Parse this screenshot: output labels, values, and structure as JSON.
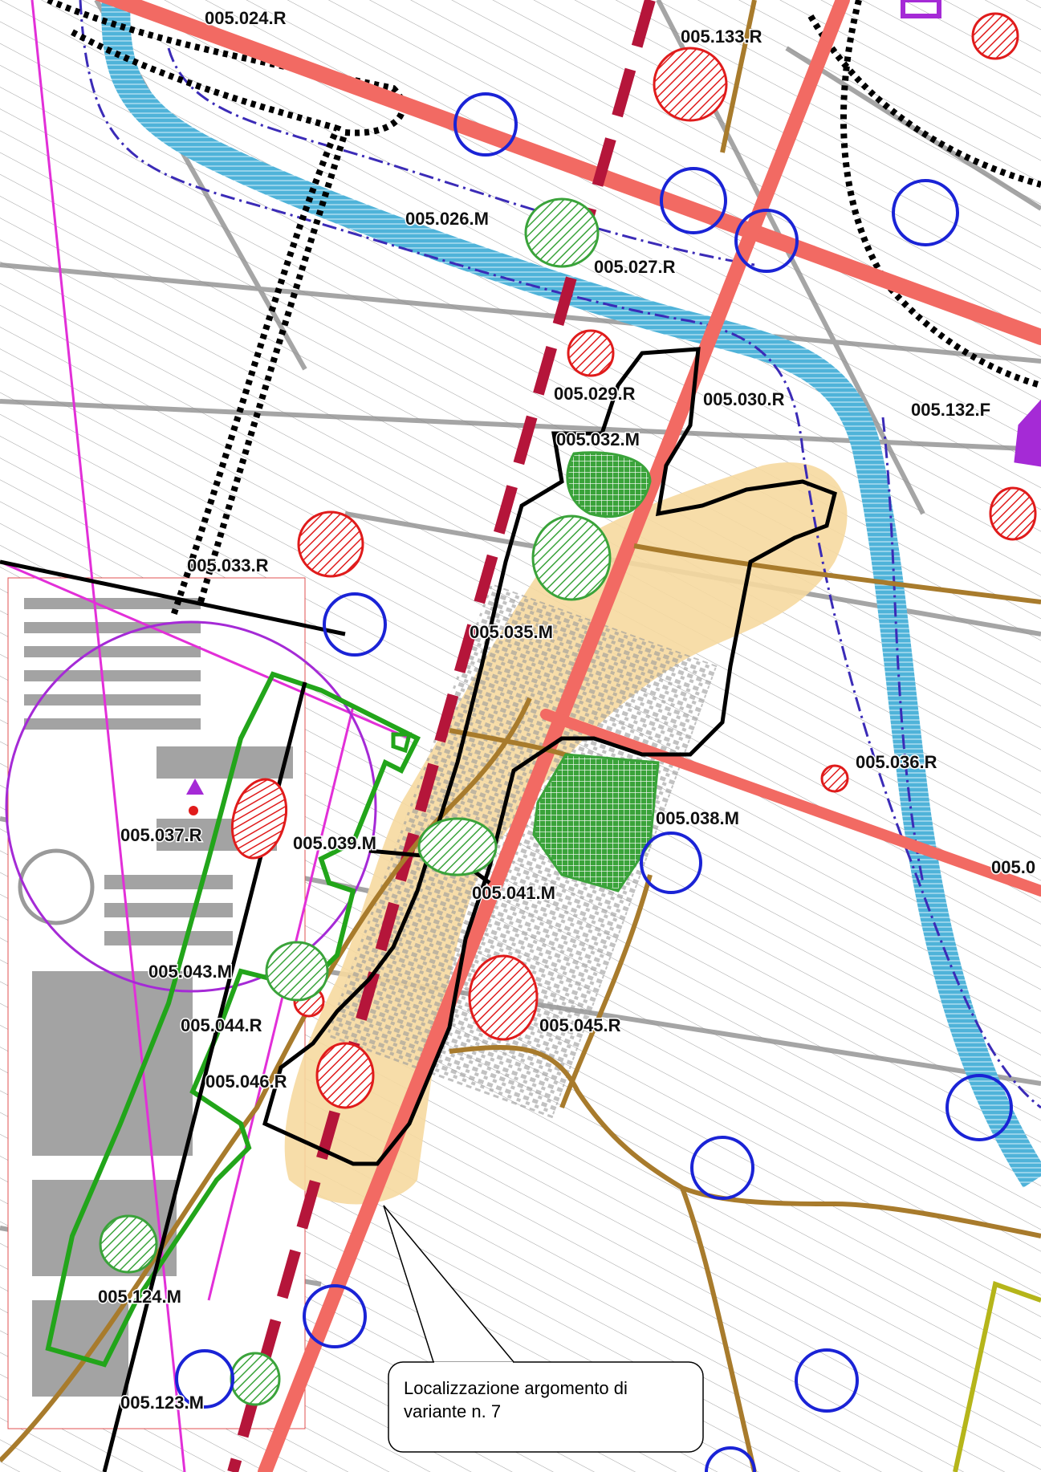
{
  "map": {
    "colors": {
      "background": "#ffffff",
      "parcel_lines": "#6b6b6b",
      "road_red": "#f26a63",
      "dash_red": "#b5153a",
      "canal": "#4fb3d9",
      "black_dotted": "#000000",
      "purple_dashdot": "#3b2bb7",
      "magenta": "#e22fd8",
      "green_outline": "#22a51a",
      "brown_road": "#a87b2c",
      "urban_fill": "#f6d9a0",
      "hatch_red": "#e01b1b",
      "hatch_green": "#3aa33a",
      "ring_blue": "#1a23d6",
      "ring_purple": "#a52ad6",
      "yellow_line": "#b5b51a"
    },
    "labels": {
      "l024R": "005.024.R",
      "l133R": "005.133.R",
      "l026M": "005.026.M",
      "l027R": "005.027.R",
      "l029R": "005.029.R",
      "l030R": "005.030.R",
      "l132F": "005.132.F",
      "l032M": "005.032.M",
      "l033R": "005.033.R",
      "l035M": "005.035.M",
      "l036R": "005.036.R",
      "l037R": "005.037.R",
      "l039M": "005.039.M",
      "l038M": "005.038.M",
      "l041M": "005.041.M",
      "l043M": "005.043.M",
      "l044R": "005.044.R",
      "l045R": "005.045.R",
      "l046R": "005.046.R",
      "l124M": "005.124.M",
      "l123M": "005.123.M",
      "l_edge_right": "005.0"
    },
    "callout": {
      "line1": "Localizzazione argomento di",
      "line2": "variante n. 7"
    }
  }
}
